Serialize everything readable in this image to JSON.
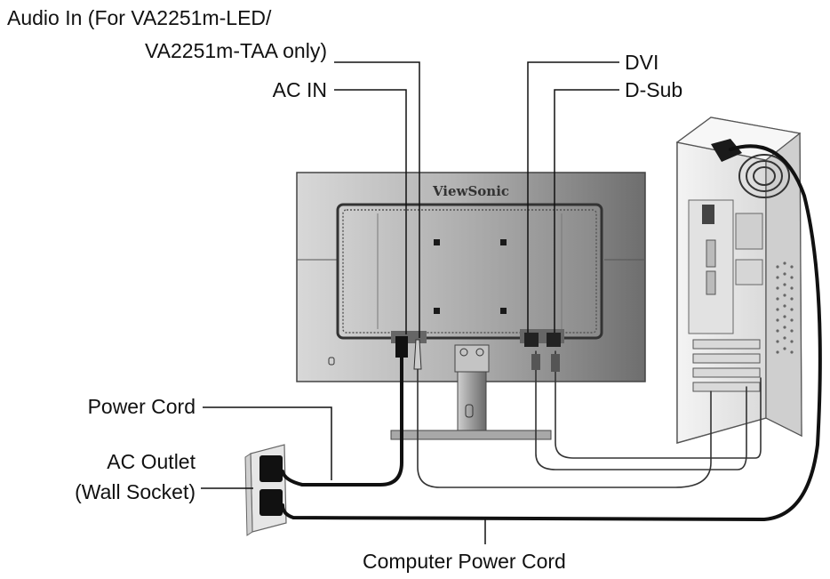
{
  "labels": {
    "audio_in_line1": "Audio In (For VA2251m-LED/",
    "audio_in_line2": "VA2251m-TAA only)",
    "ac_in": "AC IN",
    "dvi": "DVI",
    "d_sub": "D-Sub",
    "power_cord": "Power Cord",
    "ac_outlet_line1": "AC Outlet",
    "ac_outlet_line2": "(Wall Socket)",
    "computer_power_cord": "Computer Power Cord"
  },
  "monitor": {
    "brand": "ViewSonic"
  },
  "colors": {
    "leader_line": "#111111",
    "monitor_body": "#9a9a9a",
    "cable": "#1a1a1a",
    "tower": "#efefef"
  }
}
